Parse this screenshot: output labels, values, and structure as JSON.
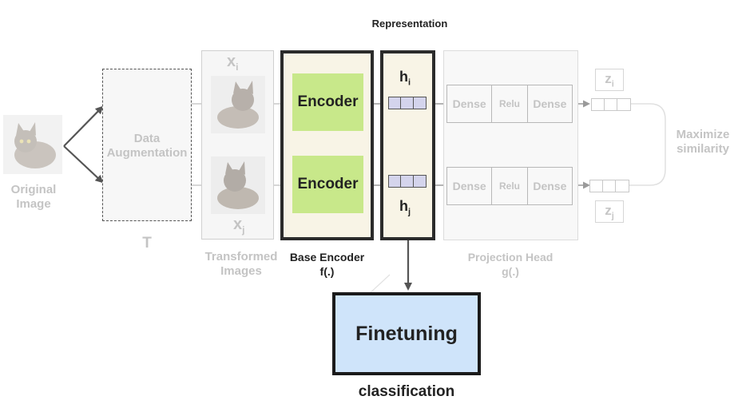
{
  "title": "Representation",
  "original": {
    "line1": "Original",
    "line2": "Image"
  },
  "augmentation": {
    "line1": "Data",
    "line2": "Augmentation",
    "symbol": "T"
  },
  "transformed": {
    "xi": "x",
    "xi_sub": "i",
    "xj": "x",
    "xj_sub": "j",
    "line1": "Transformed",
    "line2": "Images"
  },
  "encoder": {
    "top_label": "Encoder",
    "bottom_label": "Encoder",
    "caption1": "Base Encoder",
    "caption2": "f(.)"
  },
  "representation": {
    "hi": "h",
    "hi_sub": "i",
    "hj": "h",
    "hj_sub": "j"
  },
  "projection": {
    "top": [
      "Dense",
      "Relu",
      "Dense"
    ],
    "bottom": [
      "Dense",
      "Relu",
      "Dense"
    ],
    "caption1": "Projection Head",
    "caption2": "g(.)"
  },
  "outputs": {
    "zi": "z",
    "zi_sub": "i",
    "zj": "z",
    "zj_sub": "j"
  },
  "similarity": {
    "line1": "Maximize",
    "line2": "similarity"
  },
  "finetune": {
    "label": "Finetuning",
    "caption": "classification"
  },
  "colors": {
    "encoder_fill": "#c8e88a",
    "panel_fill": "#f8f4e6",
    "vector_fill": "#d4d4ec",
    "finetune_fill": "#cfe4fa"
  }
}
